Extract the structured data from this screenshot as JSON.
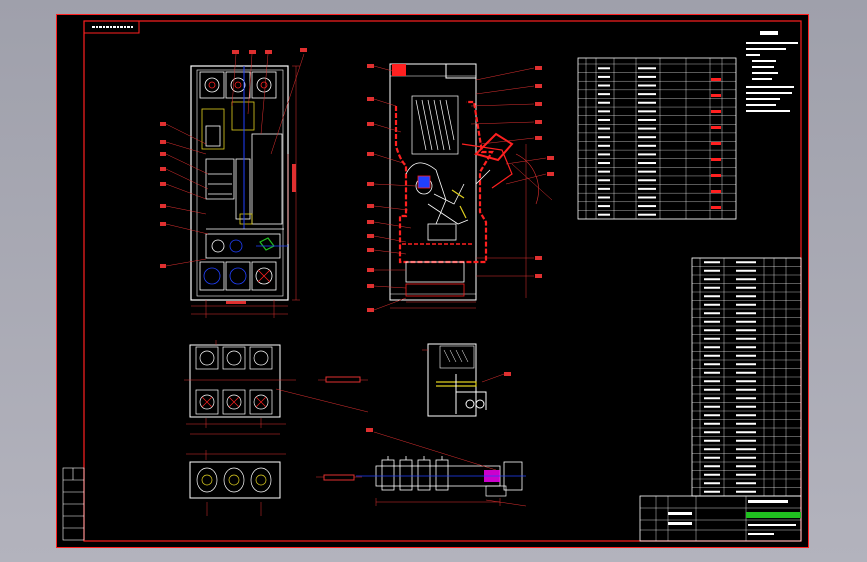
{
  "drawing": {
    "colors": {
      "background": "#000000",
      "frame": "#ff2020",
      "geometry": "#ffffff",
      "dimension": "#e03030",
      "accent_blue": "#2040ff",
      "accent_green": "#20c020",
      "accent_yellow": "#e0d020",
      "accent_magenta": "#ff00ff",
      "app_background": "#a9a9b3"
    },
    "views": {
      "front_view": "front-view",
      "section_view": "section-view",
      "top_view": "top-view",
      "bottom_view": "bottom-view",
      "side_view": "side-view",
      "handle_view": "handle-view"
    },
    "parts_table_rows": 18,
    "bom_table_rows": 28
  }
}
